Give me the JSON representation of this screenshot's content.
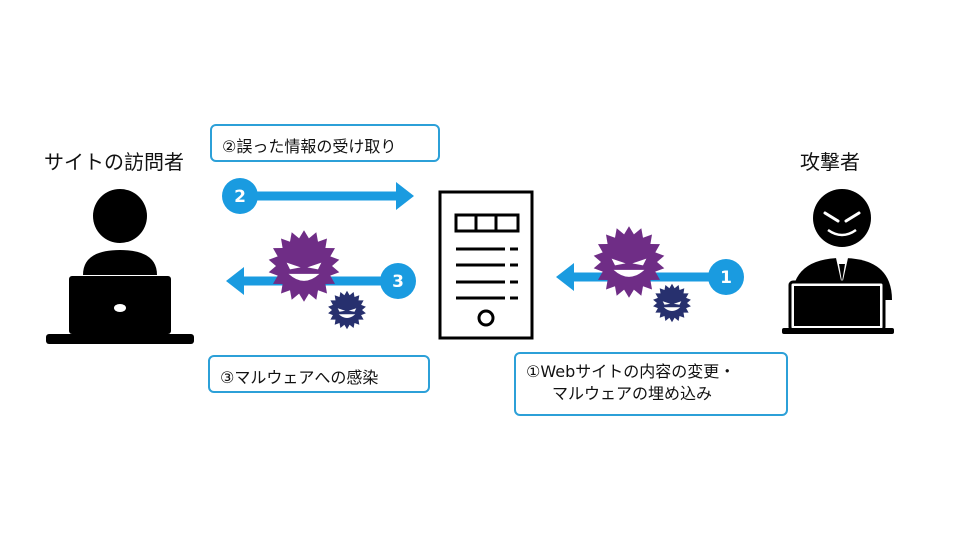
{
  "labels": {
    "visitor": "サイトの訪問者",
    "attacker": "攻撃者"
  },
  "steps": {
    "step1": {
      "badge": "1",
      "line1": "①Webサイトの内容の変更・",
      "line2": "マルウェアの埋め込み"
    },
    "step2": {
      "badge": "2",
      "text": "②誤った情報の受け取り"
    },
    "step3": {
      "badge": "3",
      "text": "③マルウェアへの感染"
    }
  },
  "colors": {
    "arrow": "#1a9be0",
    "box_border": "#2ca0d8",
    "virus_large": "#6f2d86",
    "virus_small": "#27306e",
    "figure": "#000000"
  },
  "icons": [
    "visitor-laptop-icon",
    "server-icon",
    "attacker-laptop-icon",
    "virus-icon"
  ]
}
